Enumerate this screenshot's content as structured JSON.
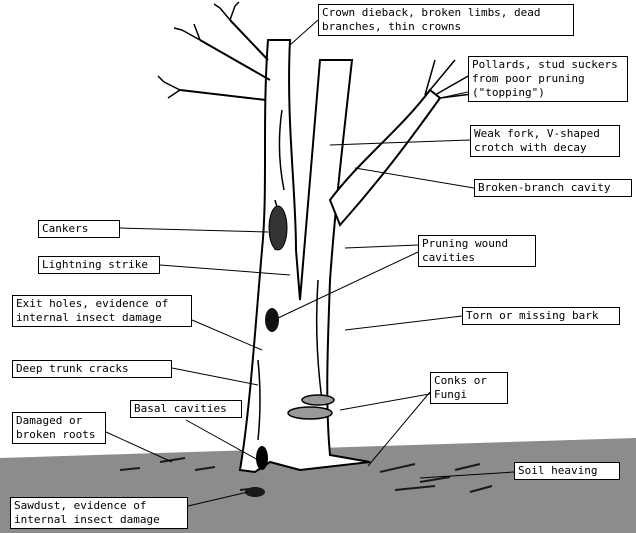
{
  "colors": {
    "ground": "#8c8c8c",
    "bark": "#ffffff",
    "ink": "#000000"
  },
  "labels": {
    "crown_dieback": "Crown dieback, broken limbs, dead\nbranches, thin crowns",
    "pollards": "Pollards, stud suckers\nfrom poor pruning\n(\"topping\")",
    "weak_fork": "Weak fork, V-shaped\ncrotch with decay",
    "broken_branch_cavity": "Broken-branch cavity",
    "cankers": "Cankers",
    "pruning_wound": "Pruning wound\ncavities",
    "lightning": "Lightning strike",
    "exit_holes": "Exit holes, evidence of\ninternal insect damage",
    "torn_bark": "Torn or missing bark",
    "trunk_cracks": "Deep trunk cracks",
    "conks": "Conks or\nFungi",
    "basal_cavities": "Basal cavities",
    "roots": "Damaged or\nbroken roots",
    "soil_heaving": "Soil heaving",
    "sawdust": "Sawdust, evidence of\ninternal insect damage"
  }
}
